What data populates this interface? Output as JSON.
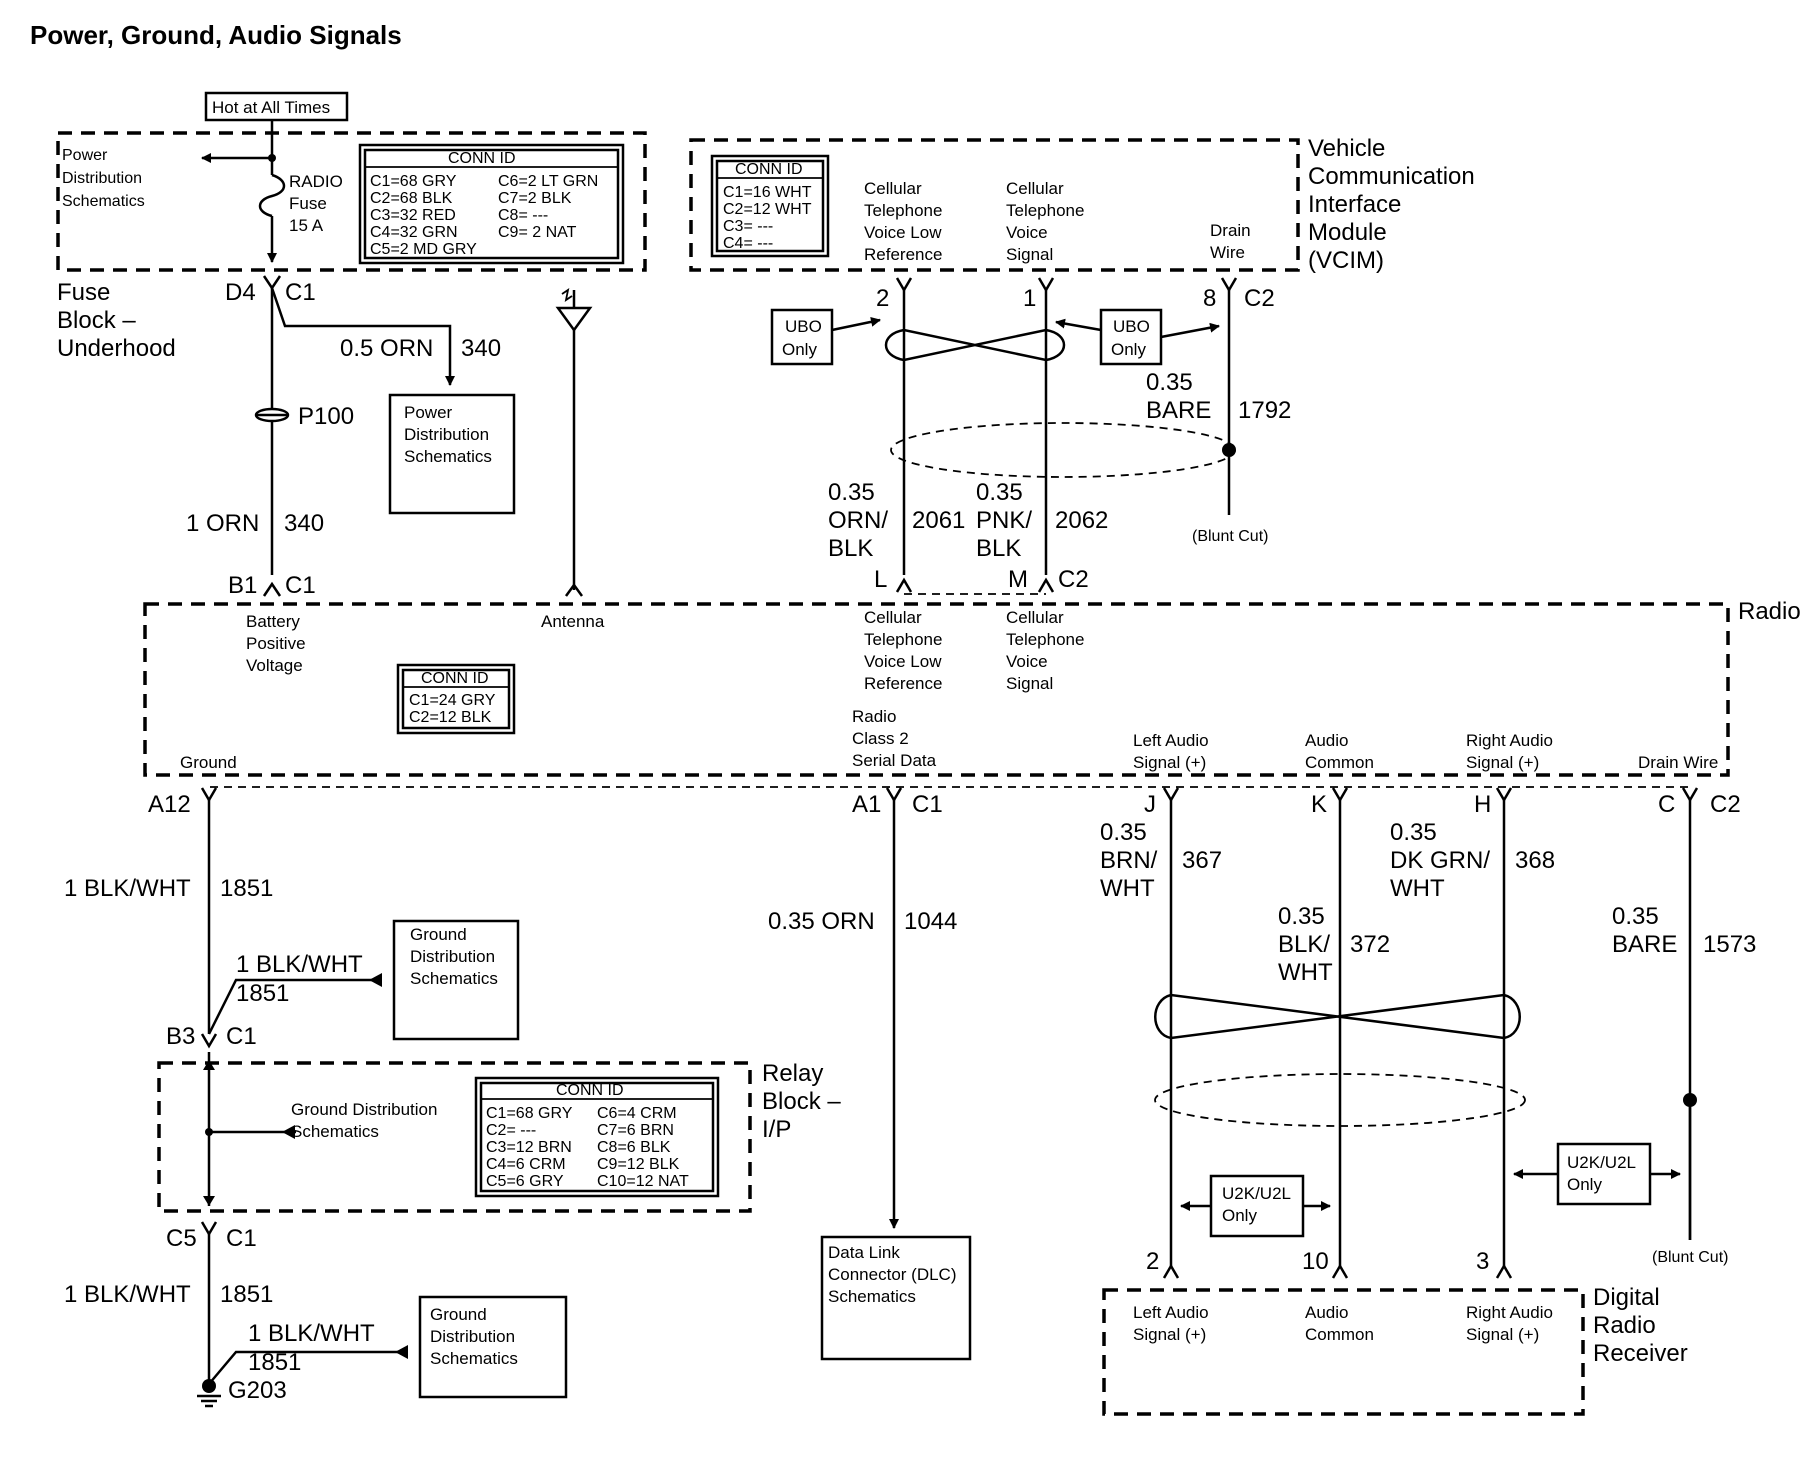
{
  "title": "Power, Ground, Audio Signals",
  "fuse_block": {
    "hot_label": "Hot at All Times",
    "power_dist_lines": [
      "Power",
      "Distribution",
      "Schematics"
    ],
    "fuse_lines": [
      "RADIO",
      "Fuse",
      "15 A"
    ],
    "conn_id_title": "CONN ID",
    "conn_left": [
      "C1=68 GRY",
      "C2=68 BLK",
      "C3=32 RED",
      "C4=32 GRN",
      "C5=2 MD GRY"
    ],
    "conn_right": [
      "C6=2 LT GRN",
      "C7=2 BLK",
      "C8= ---",
      "C9= 2 NAT"
    ],
    "name_lines": [
      "Fuse",
      "Block –",
      "Underhood"
    ],
    "pin": "D4",
    "conn": "C1",
    "wire_side_size": "0.5 ORN",
    "wire_side_circuit": "340",
    "splice": "P100",
    "wire_main_size": "1 ORN",
    "wire_main_circuit": "340"
  },
  "power_dist_box_lines": [
    "Power",
    "Distribution",
    "Schematics"
  ],
  "vcim": {
    "name_lines": [
      "Vehicle",
      "Communication",
      "Interface",
      "Module",
      "(VCIM)"
    ],
    "conn_id_title": "CONN ID",
    "conn": [
      "C1=16 WHT",
      "C2=12 WHT",
      "C3= ---",
      "C4= ---"
    ],
    "col1_lines": [
      "Cellular",
      "Telephone",
      "Voice Low",
      "Reference"
    ],
    "col2_lines": [
      "Cellular",
      "Telephone",
      "Voice",
      "Signal"
    ],
    "col3_lines": [
      "Drain",
      "Wire"
    ],
    "pin_a": "2",
    "pin_b": "1",
    "pin_c": "8",
    "conn_label": "C2",
    "ubo": [
      "UBO",
      "Only"
    ],
    "drain_size": "0.35",
    "drain_color": "BARE",
    "drain_circuit": "1792",
    "blunt_cut": "(Blunt Cut)",
    "wire_a_lines": [
      "0.35",
      "ORN/",
      "BLK"
    ],
    "wire_a_circuit": "2061",
    "wire_b_lines": [
      "0.35",
      "PNK/",
      "BLK"
    ],
    "wire_b_circuit": "2062"
  },
  "radio": {
    "name": "Radio",
    "pin_b1": "B1",
    "conn_c1": "C1",
    "pin_l": "L",
    "pin_m": "M",
    "conn_c2": "C2",
    "battery_lines": [
      "Battery",
      "Positive",
      "Voltage"
    ],
    "antenna": "Antenna",
    "cell_low_lines": [
      "Cellular",
      "Telephone",
      "Voice Low",
      "Reference"
    ],
    "cell_sig_lines": [
      "Cellular",
      "Telephone",
      "Voice",
      "Signal"
    ],
    "conn_id_title": "CONN ID",
    "conn": [
      "C1=24 GRY",
      "C2=12 BLK"
    ],
    "serial_lines": [
      "Radio",
      "Class 2",
      "Serial Data"
    ],
    "left_audio_lines": [
      "Left Audio",
      "Signal (+)"
    ],
    "audio_common_lines": [
      "Audio",
      "Common"
    ],
    "right_audio_lines": [
      "Right Audio",
      "Signal (+)"
    ],
    "ground": "Ground",
    "drain": "Drain Wire",
    "pin_a12": "A12",
    "pin_a1": "A1",
    "conn_c1b": "C1",
    "pin_j": "J",
    "pin_k": "K",
    "pin_h": "H",
    "pin_c": "C",
    "conn_c2b": "C2"
  },
  "ground_path": {
    "wire_size": "1 BLK/WHT",
    "wire_circuit": "1851",
    "ground_dist_lines": [
      "Ground",
      "Distribution",
      "Schematics"
    ],
    "pin_b3": "B3",
    "conn_c1": "C1",
    "pin_c5": "C5",
    "ground": "G203"
  },
  "relay_block": {
    "name_lines": [
      "Relay",
      "Block –",
      "I/P"
    ],
    "ground_dist_lines": [
      "Ground Distribution",
      "Schematics"
    ],
    "conn_id_title": "CONN ID",
    "conn_left": [
      "C1=68 GRY",
      "C2= ---",
      "C3=12 BRN",
      "C4=6 CRM",
      "C5=6 GRY"
    ],
    "conn_right": [
      "C6=4 CRM",
      "C7=6 BRN",
      "C8=6 BLK",
      "C9=12 BLK",
      "C10=12 NAT"
    ]
  },
  "serial_wire": {
    "size": "0.35 ORN",
    "circuit": "1044",
    "dlc_lines": [
      "Data Link",
      "Connector (DLC)",
      "Schematics"
    ]
  },
  "audio_wires": {
    "left_lines": [
      "0.35",
      "BRN/",
      "WHT"
    ],
    "left_circuit": "367",
    "common_lines": [
      "0.35",
      "BLK/",
      "WHT"
    ],
    "common_circuit": "372",
    "right_lines": [
      "0.35",
      "DK GRN/",
      "WHT"
    ],
    "right_circuit": "368",
    "drain_lines": [
      "0.35",
      "BARE"
    ],
    "drain_circuit": "1573",
    "u2k": [
      "U2K/U2L",
      "Only"
    ],
    "blunt_cut": "(Blunt Cut)"
  },
  "digital_radio": {
    "name_lines": [
      "Digital",
      "Radio",
      "Receiver"
    ],
    "pin_2": "2",
    "pin_10": "10",
    "pin_3": "3",
    "left_lines": [
      "Left Audio",
      "Signal (+)"
    ],
    "common_lines": [
      "Audio",
      "Common"
    ],
    "right_lines": [
      "Right Audio",
      "Signal (+)"
    ]
  }
}
